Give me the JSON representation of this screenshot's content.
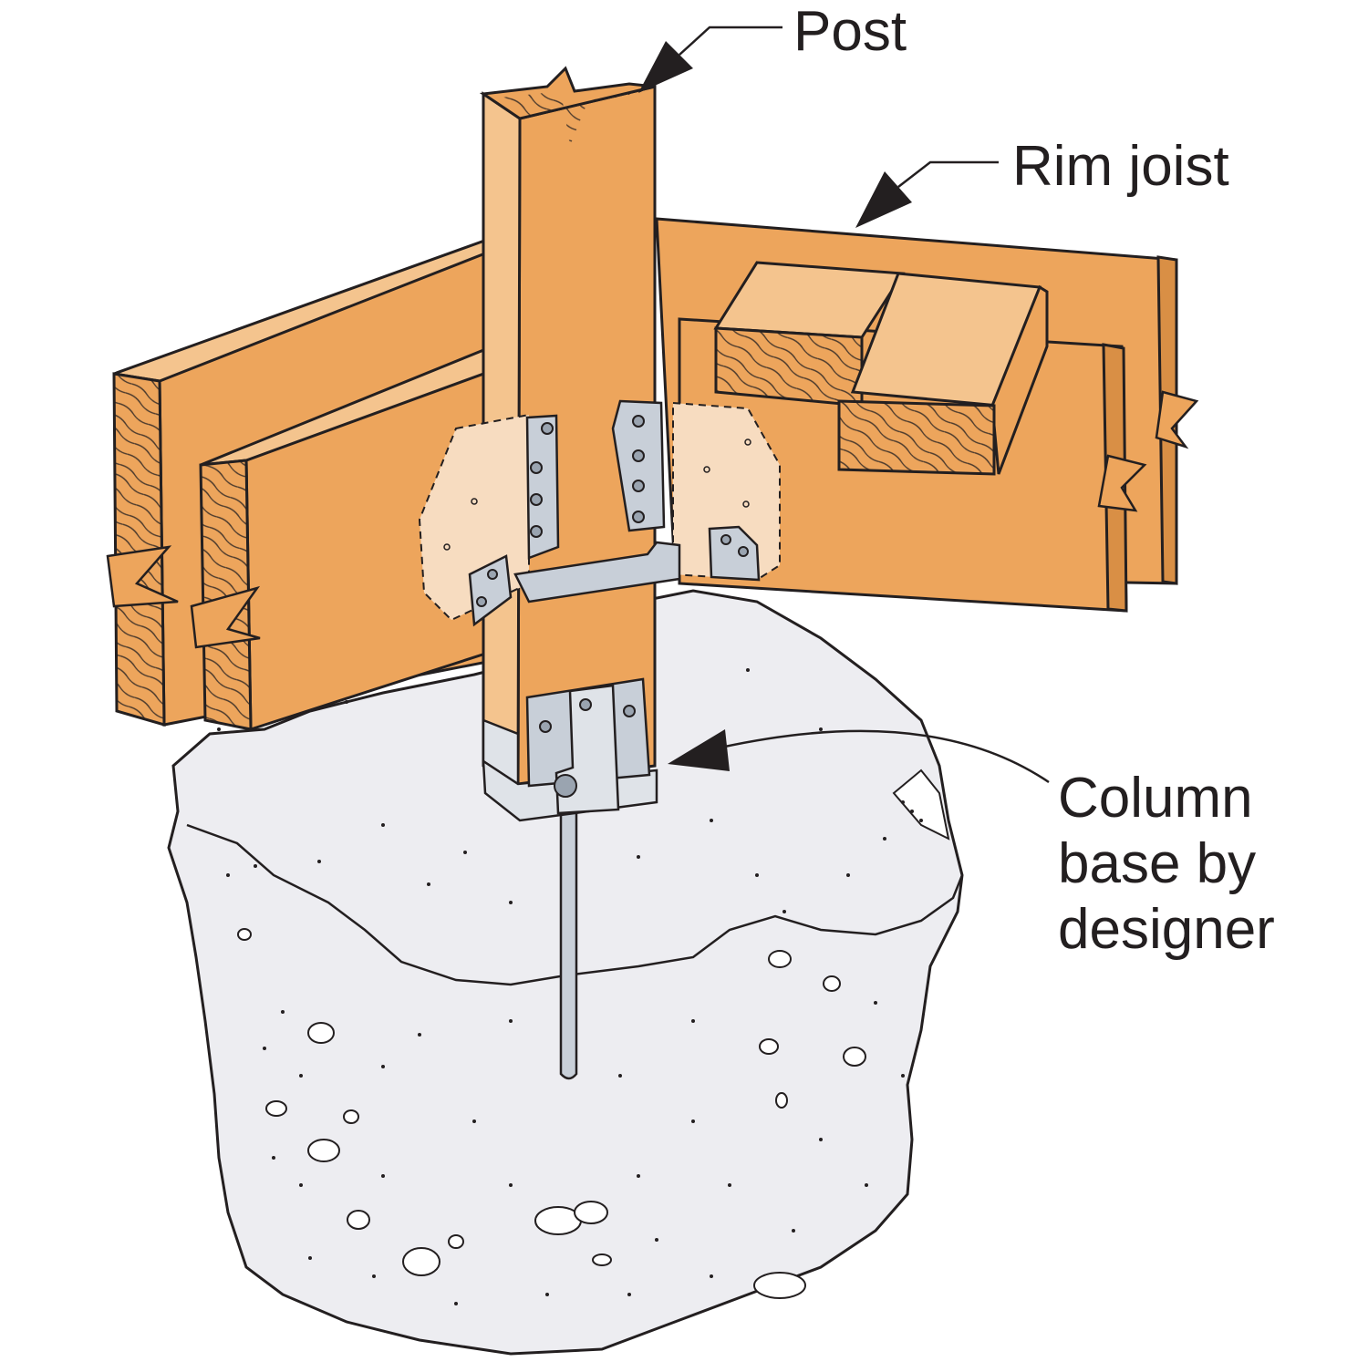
{
  "labels": {
    "post": "Post",
    "rim_joist": "Rim joist",
    "column_base": [
      "Column",
      "base by",
      "designer"
    ]
  },
  "colors": {
    "wood": "#eda55c",
    "wood_dark": "#d98f45",
    "wood_light": "#f4c48e",
    "outline": "#231f20",
    "concrete": "#ededf1",
    "steel": "#c8cfd8",
    "steel_dark": "#9aa4b0",
    "plate_ghost": "#f7dcc0"
  }
}
